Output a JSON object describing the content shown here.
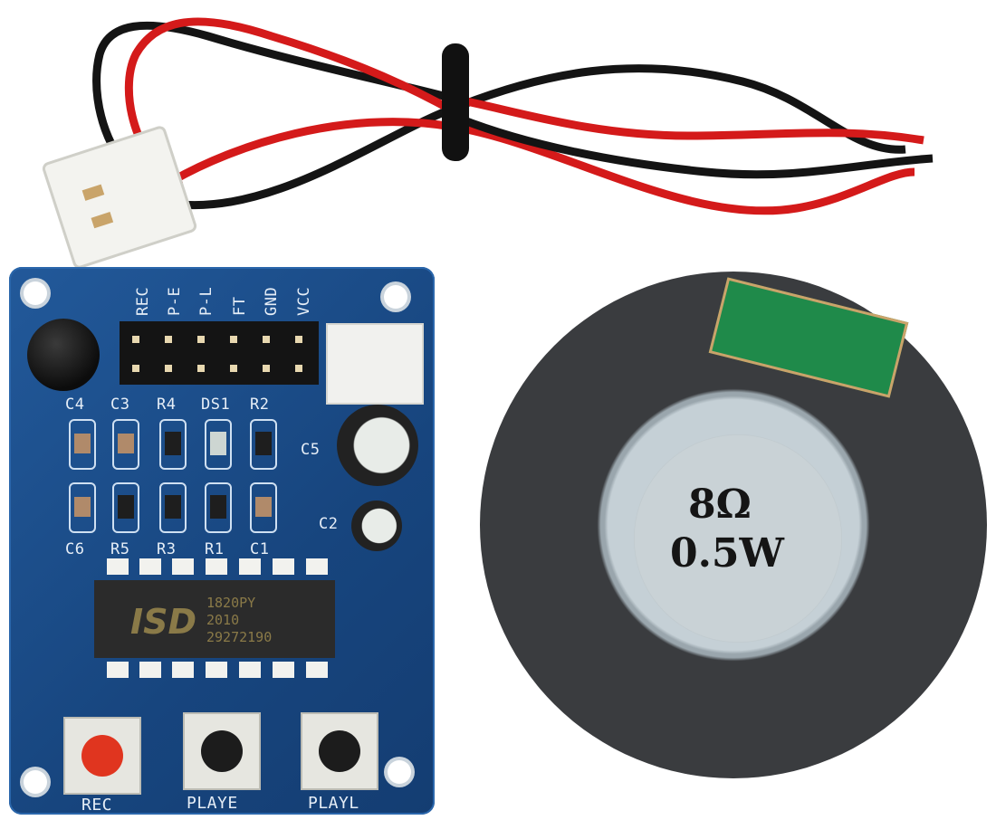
{
  "scene": {
    "description": "ISD1820 voice recorder module with JST speaker cable and 8 ohm speaker",
    "background": "#ffffff"
  },
  "cable": {
    "wire_colors": [
      "#d41a1a",
      "#141414"
    ],
    "connector": "2-pin JST plug"
  },
  "pcb": {
    "color": "#1c4f8c",
    "header_labels": [
      "REC",
      "P-E",
      "P-L",
      "FT",
      "GND",
      "VCC"
    ],
    "component_labels_top": [
      "C4",
      "C3",
      "R4",
      "DS1",
      "R2"
    ],
    "component_labels_bottom": [
      "C6",
      "R5",
      "R3",
      "R1",
      "C1"
    ],
    "capacitor_labels": [
      "C5",
      "C2"
    ],
    "chip": {
      "brand": "ISD",
      "lines": [
        "1820PY",
        "2010",
        "29272190"
      ]
    },
    "buttons": [
      {
        "label": "REC",
        "cap_color": "#e0351f"
      },
      {
        "label": "PLAYE",
        "cap_color": "#1c1c1c"
      },
      {
        "label": "PLAYL",
        "cap_color": "#1c1c1c"
      }
    ]
  },
  "speaker": {
    "impedance": "8Ω",
    "power": "0.5W"
  }
}
